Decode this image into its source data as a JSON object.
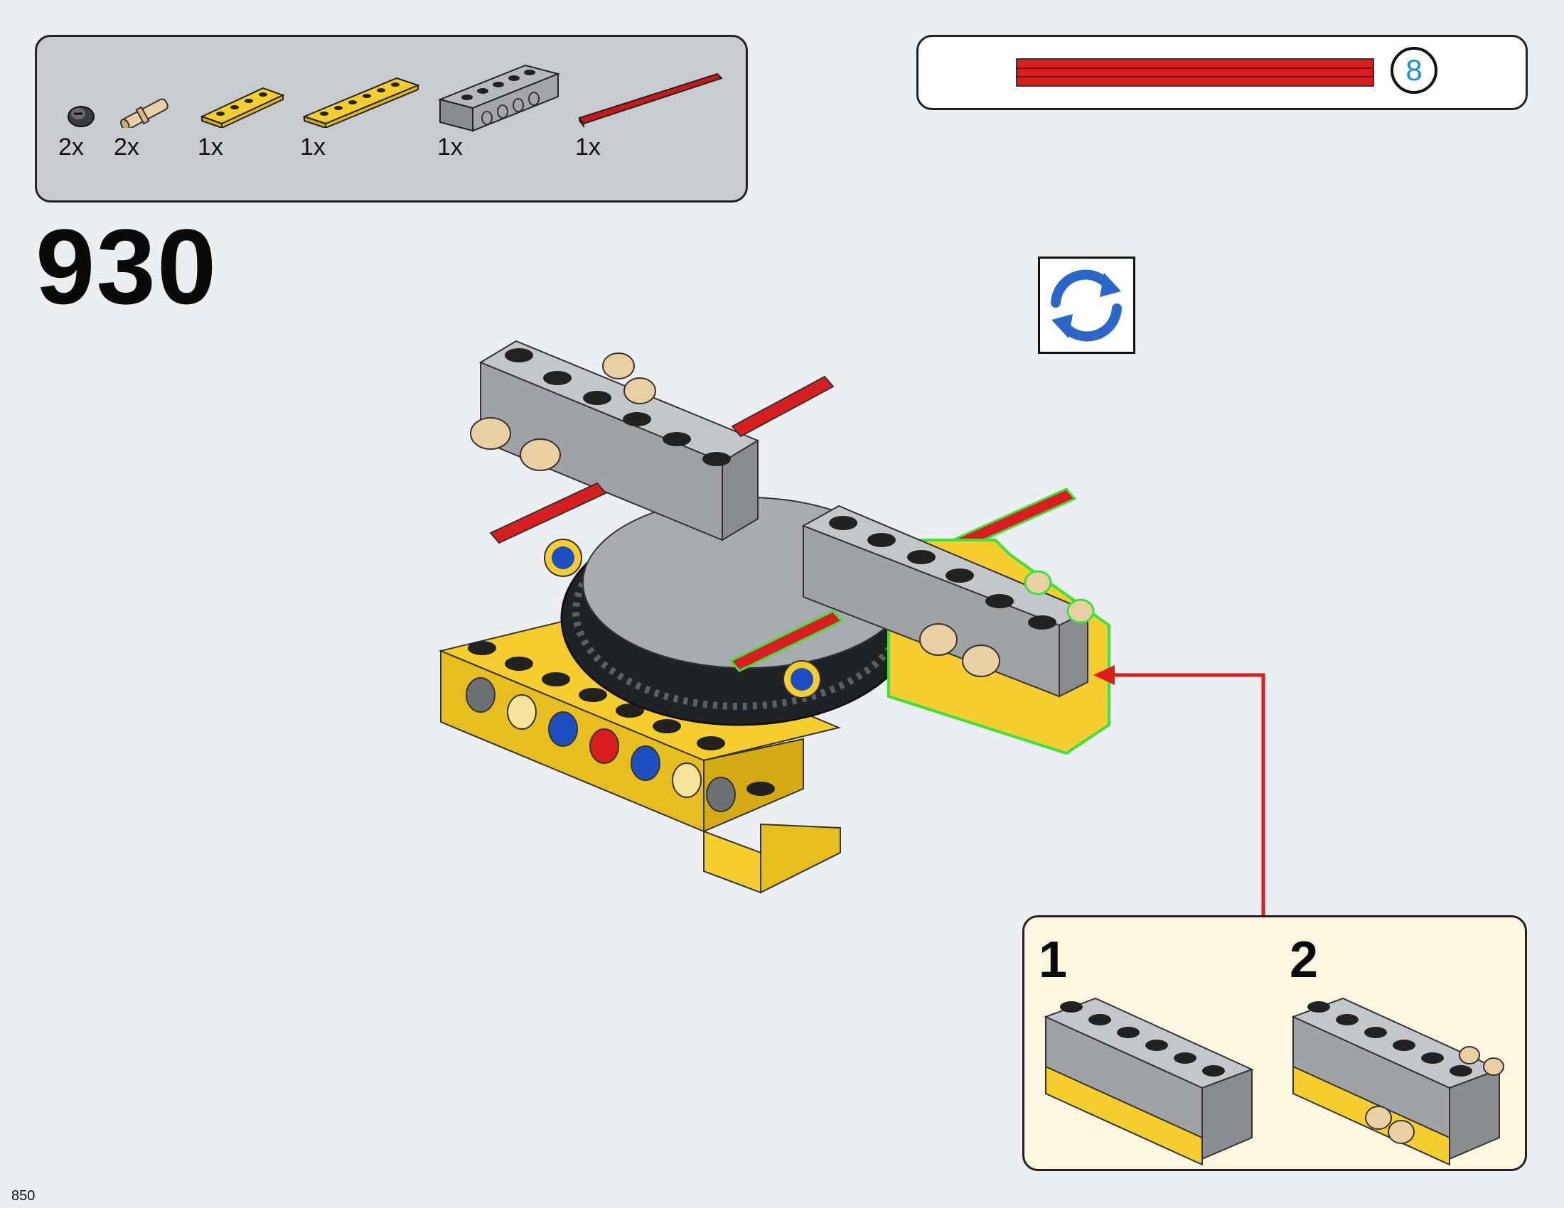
{
  "parts_list": [
    {
      "qty": "2x",
      "icon": "bush-icon"
    },
    {
      "qty": "2x",
      "icon": "axle-pin-icon"
    },
    {
      "qty": "1x",
      "icon": "plate-1x4-icon"
    },
    {
      "qty": "1x",
      "icon": "plate-1x6-icon"
    },
    {
      "qty": "1x",
      "icon": "beam-1x6-icon"
    },
    {
      "qty": "1x",
      "icon": "axle-8-icon"
    }
  ],
  "axle_reference": {
    "length": "8"
  },
  "step": {
    "number": "930"
  },
  "rotate": {
    "icon": "rotate-model-icon"
  },
  "sub_assembly": {
    "steps": [
      "1",
      "2"
    ]
  },
  "page": {
    "number": "850"
  },
  "colors": {
    "yellow": "#f5cd2f",
    "gray": "#a2a5a8",
    "red": "#d81e1e",
    "tan": "#e9cfa2",
    "highlight": "#3be23b",
    "blue": "#1e4fc2"
  }
}
